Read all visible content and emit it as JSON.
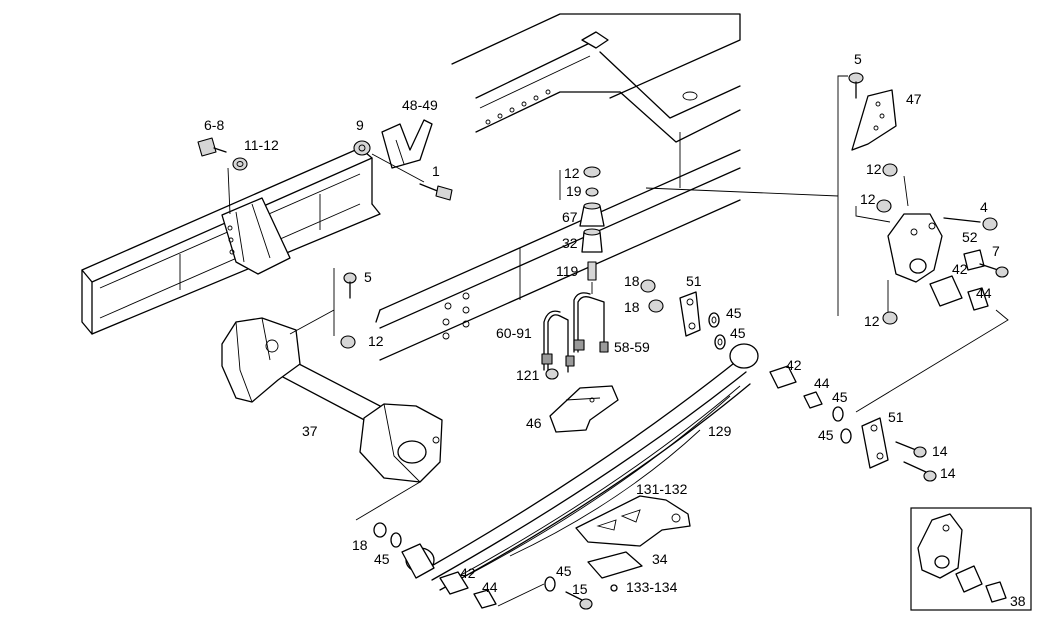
{
  "callouts": {
    "c_6_8": "6-8",
    "c_11_12": "11-12",
    "c_9": "9",
    "c_48_49": "48-49",
    "c_1": "1",
    "c_5_left": "5",
    "c_12_left": "12",
    "c_37": "37",
    "c_12_stack": "12",
    "c_19": "19",
    "c_67": "67",
    "c_32": "32",
    "c_119": "119",
    "c_18_a": "18",
    "c_18_b": "18",
    "c_51_top": "51",
    "c_45_a": "45",
    "c_45_b": "45",
    "c_60_91": "60-91",
    "c_58_59": "58-59",
    "c_121": "121",
    "c_46": "46",
    "c_129": "129",
    "c_42_mid": "42",
    "c_44_mid": "44",
    "c_45_c": "45",
    "c_45_d": "45",
    "c_51_mid": "51",
    "c_14_a": "14",
    "c_14_b": "14",
    "c_131_132": "131-132",
    "c_34": "34",
    "c_133_134": "133-134",
    "c_18_low": "18",
    "c_45_low": "45",
    "c_42_low": "42",
    "c_44_low": "44",
    "c_45_bot": "45",
    "c_15": "15",
    "c_5_right": "5",
    "c_47": "47",
    "c_12_r1": "12",
    "c_12_r2": "12",
    "c_4": "4",
    "c_52": "52",
    "c_7": "7",
    "c_42_right": "42",
    "c_44_right": "44",
    "c_12_r3": "12",
    "c_38": "38"
  }
}
